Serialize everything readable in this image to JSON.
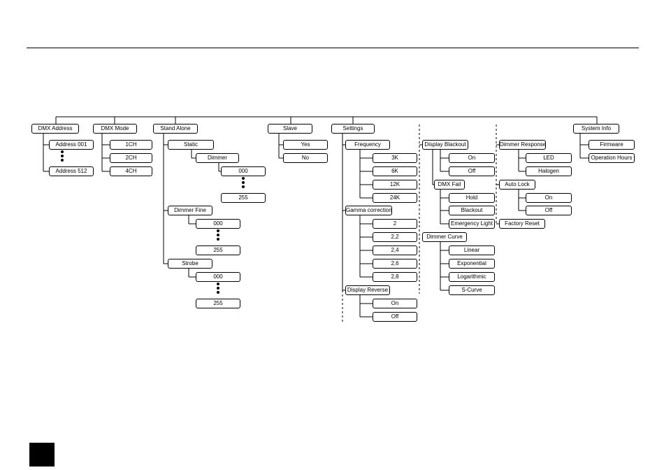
{
  "menu": {
    "dmx_address": {
      "label": "DMX Address",
      "first": "Address 001",
      "last": "Address 512"
    },
    "dmx_mode": {
      "label": "DMX Mode",
      "options": [
        "1CH",
        "2CH",
        "4CH"
      ]
    },
    "stand_alone": {
      "label": "Stand Alone",
      "static": {
        "label": "Static",
        "dimmer": {
          "label": "Dimmer",
          "min": "000",
          "max": "255"
        }
      },
      "dimmer_fine": {
        "label": "Dimmer Fine",
        "min": "000",
        "max": "255"
      },
      "strobe": {
        "label": "Strobe",
        "min": "000",
        "max": "255"
      }
    },
    "slave": {
      "label": "Slave",
      "options": [
        "Yes",
        "No"
      ]
    },
    "settings": {
      "label": "Settings",
      "frequency": {
        "label": "Frequency",
        "options": [
          "3K",
          "6K",
          "12K",
          "24K"
        ]
      },
      "gamma": {
        "label": "Gamma correction",
        "options": [
          "2",
          "2,2",
          "2,4",
          "2,6",
          "2,8"
        ]
      },
      "display_reverse": {
        "label": "Display Reverse",
        "options": [
          "On",
          "Off"
        ]
      },
      "display_blackout": {
        "label": "Display Blackout",
        "options": [
          "On",
          "Off"
        ]
      },
      "dmx_fail": {
        "label": "DMX Fail",
        "options": [
          "Hold",
          "Blackout",
          "Emergency Light"
        ]
      },
      "dimmer_curve": {
        "label": "Dimmer Curve",
        "options": [
          "Linear",
          "Exponential",
          "Logarithmic",
          "S-Curve"
        ]
      },
      "dimmer_response": {
        "label": "Dimmer Response",
        "options": [
          "LED",
          "Halogen"
        ]
      },
      "auto_lock": {
        "label": "Auto Lock",
        "options": [
          "On",
          "Off"
        ]
      },
      "factory_reset": {
        "label": "Factory Reset"
      }
    },
    "system_info": {
      "label": "System Info",
      "options": [
        "Firmware",
        "Operation Hours"
      ]
    }
  }
}
